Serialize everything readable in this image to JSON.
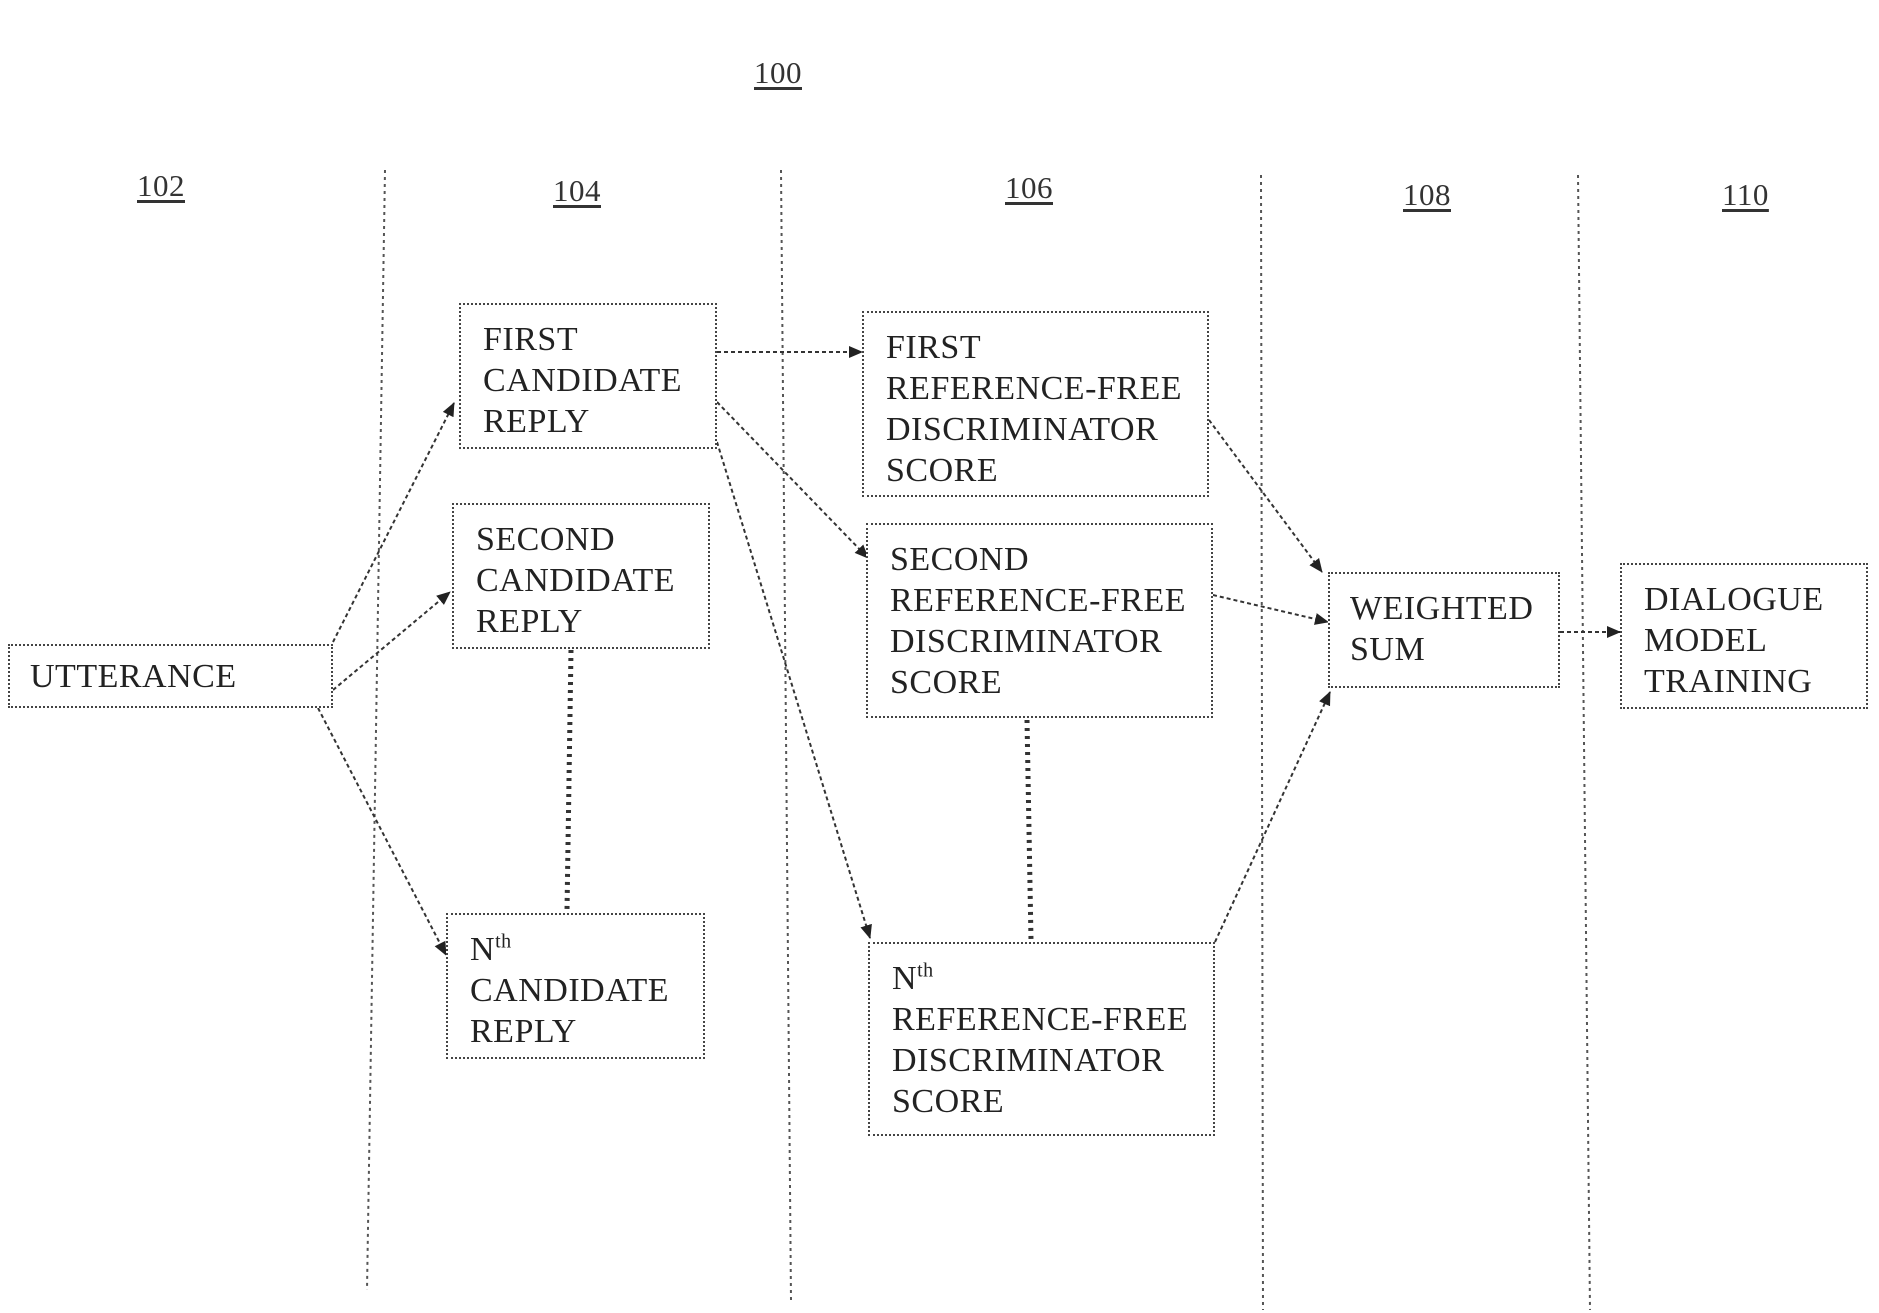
{
  "figure_number": "100",
  "columns": [
    "102",
    "104",
    "106",
    "108",
    "110"
  ],
  "nodes": {
    "utterance": [
      "UTTERANCE"
    ],
    "first_candidate": [
      "FIRST",
      "CANDIDATE",
      "REPLY"
    ],
    "second_candidate": [
      "SECOND",
      "CANDIDATE",
      "REPLY"
    ],
    "nth_candidate": {
      "n": "N",
      "sup": "th",
      "lines": [
        "CANDIDATE",
        "REPLY"
      ]
    },
    "first_score": [
      "FIRST",
      "REFERENCE-FREE",
      "DISCRIMINATOR",
      "SCORE"
    ],
    "second_score": [
      "SECOND",
      "REFERENCE-FREE",
      "DISCRIMINATOR",
      "SCORE"
    ],
    "nth_score": {
      "n": "N",
      "sup": "th",
      "lines": [
        "REFERENCE-FREE",
        "DISCRIMINATOR",
        "SCORE"
      ]
    },
    "weighted_sum": [
      "WEIGHTED",
      "SUM"
    ],
    "dialogue_training": [
      "DIALOGUE",
      "MODEL",
      "TRAINING"
    ]
  }
}
